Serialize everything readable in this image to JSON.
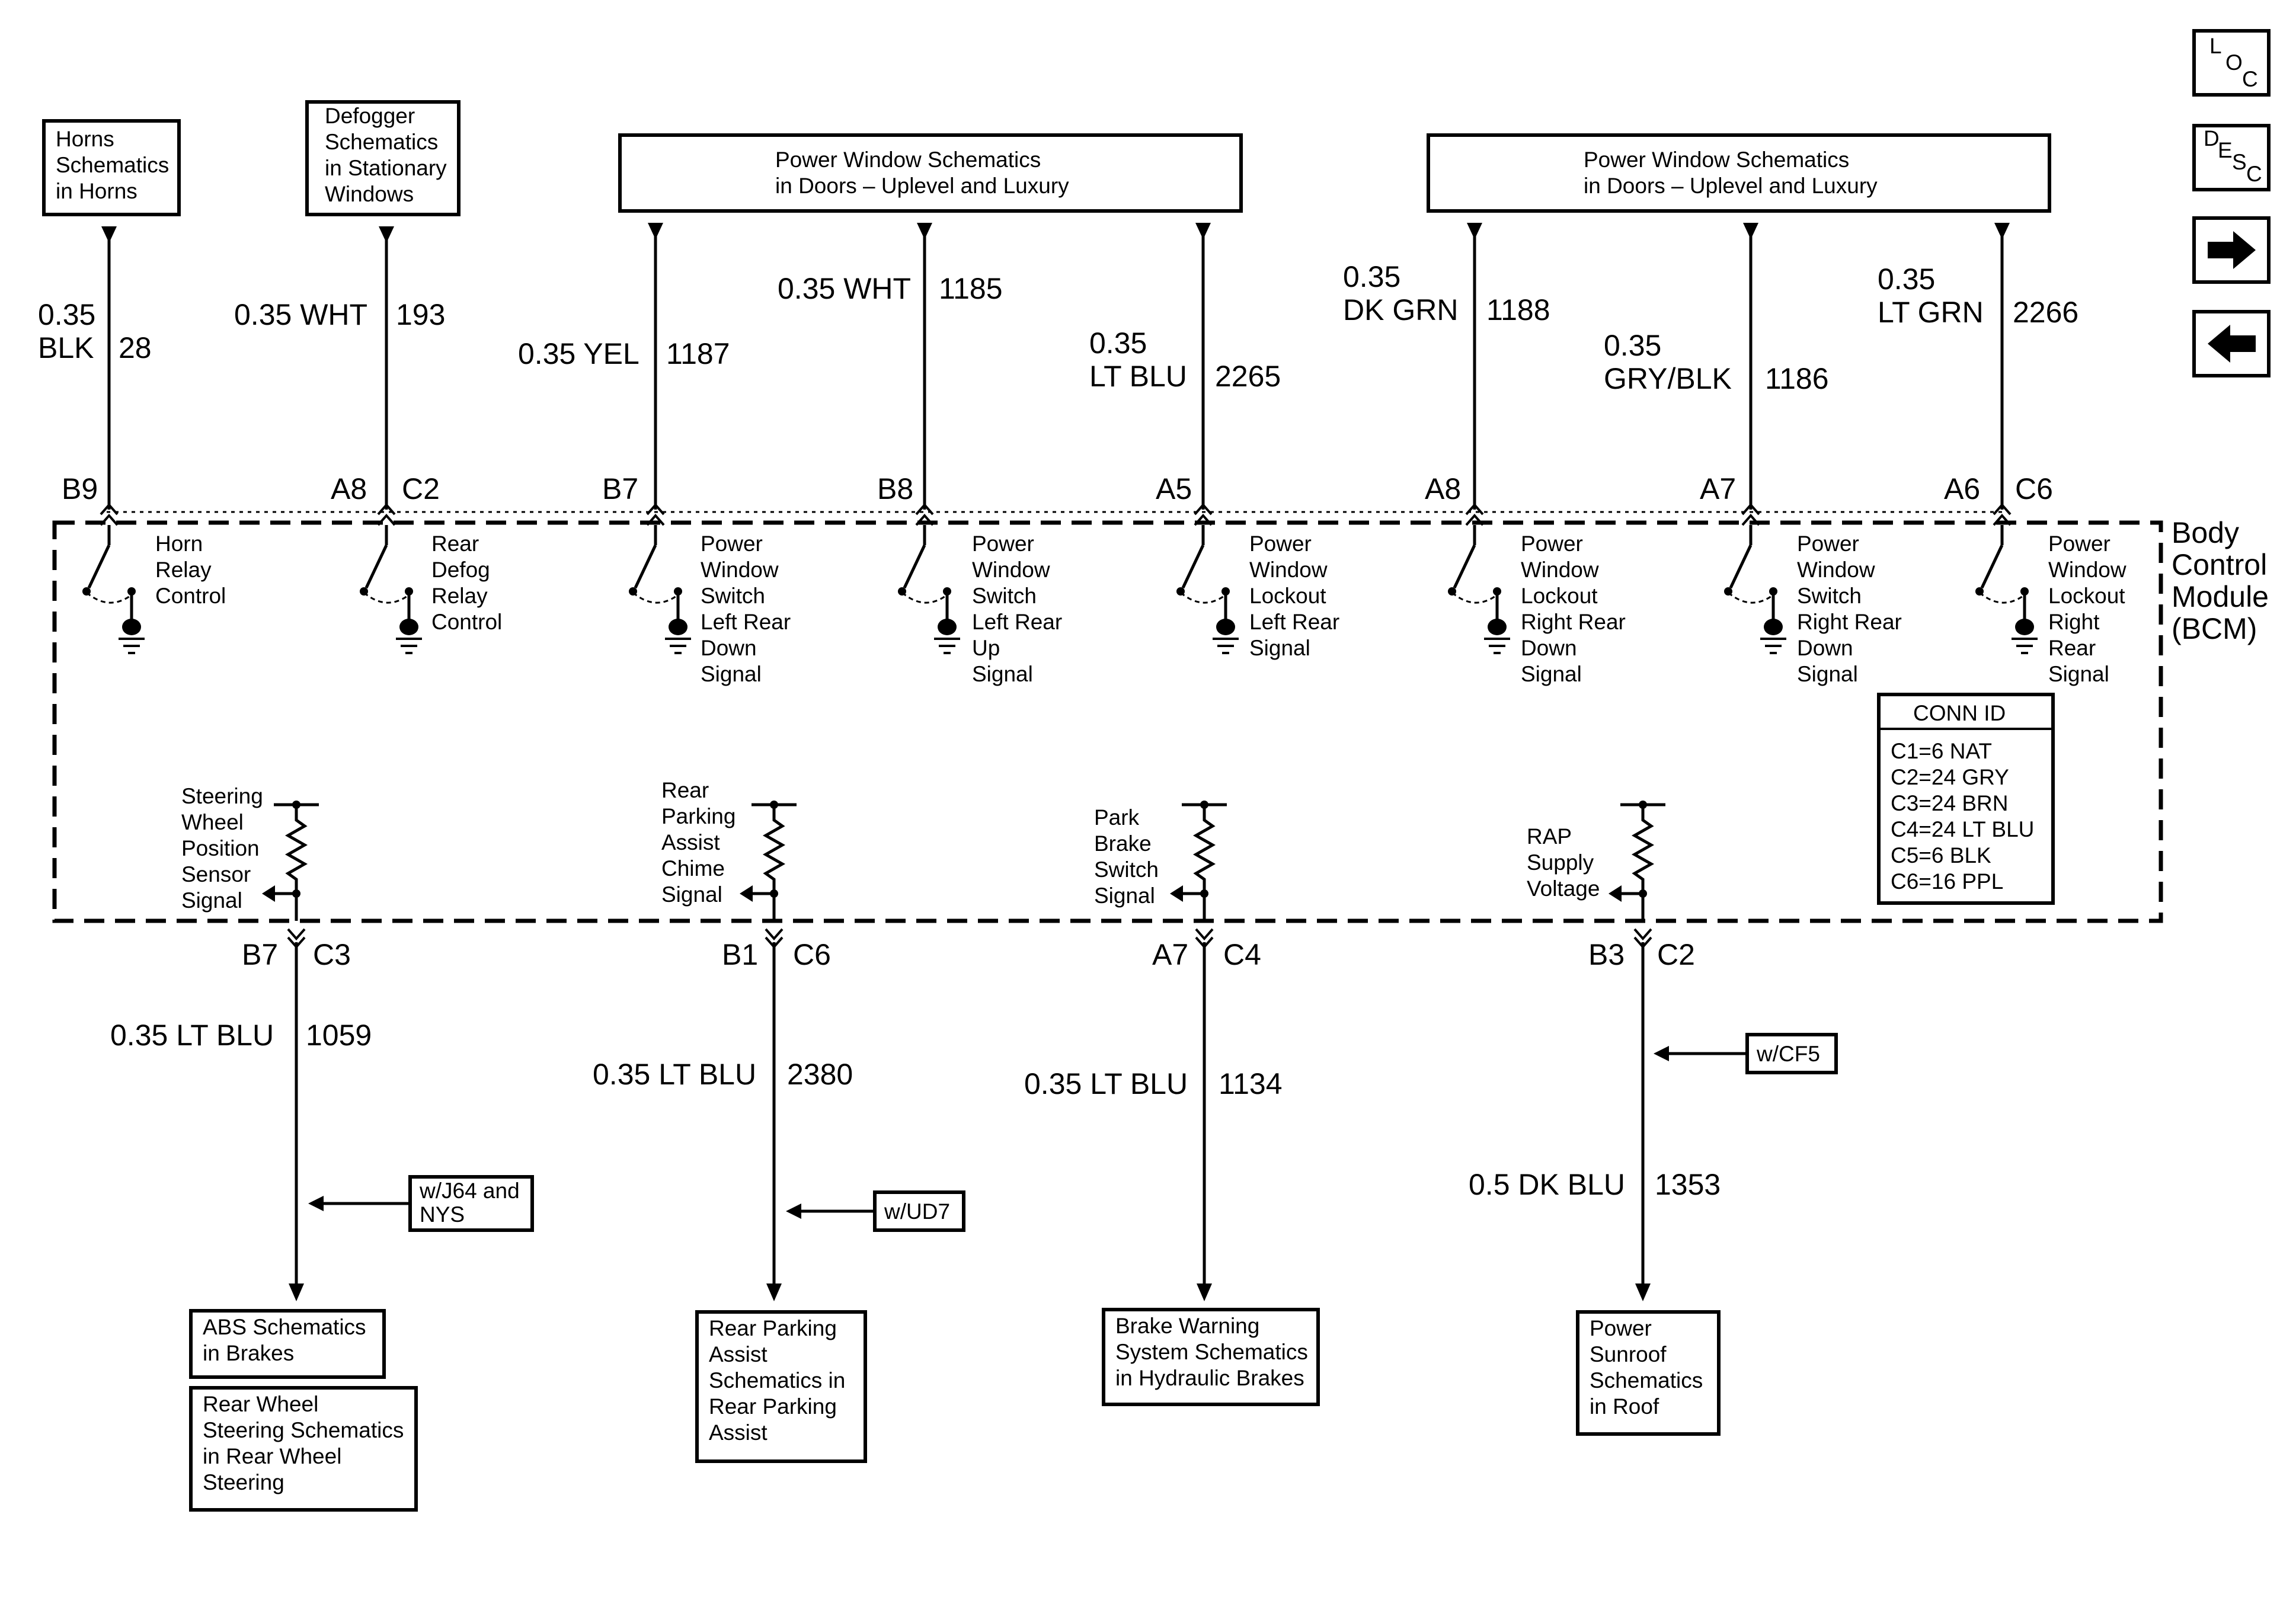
{
  "nav": {
    "loc": [
      "L",
      "O",
      "C"
    ],
    "desc": [
      "D",
      "E",
      "S",
      "C"
    ],
    "next_arrow": "arrow-right-icon",
    "prev_arrow": "arrow-left-icon"
  },
  "module": {
    "label": [
      "Body",
      "Control",
      "Module",
      "(BCM)"
    ],
    "conn_id": {
      "title": "CONN ID",
      "rows": [
        "C1=6 NAT",
        "C2=24 GRY",
        "C3=24 BRN",
        "C4=24 LT BLU",
        "C5=6 BLK",
        "C6=16 PPL"
      ]
    }
  },
  "top_refs": [
    {
      "lines": [
        "Horns",
        "Schematics",
        "in Horns"
      ]
    },
    {
      "lines": [
        "Defogger",
        "Schematics",
        "in Stationary",
        "Windows"
      ]
    },
    {
      "lines": [
        "Power Window Schematics",
        "in Doors – Uplevel and Luxury"
      ]
    },
    {
      "lines": [
        "Power Window Schematics",
        "in Doors – Uplevel and Luxury"
      ]
    }
  ],
  "top_wires": [
    {
      "size_color": [
        "0.35",
        "BLK"
      ],
      "circuit": "28",
      "pin": "B9",
      "conn": "",
      "function": [
        "Horn",
        "Relay",
        "Control"
      ]
    },
    {
      "size_color": [
        "0.35 WHT"
      ],
      "circuit": "193",
      "pin": "A8",
      "conn": "C2",
      "function": [
        "Rear",
        "Defog",
        "Relay",
        "Control"
      ]
    },
    {
      "size_color": [
        "0.35 YEL"
      ],
      "circuit": "1187",
      "pin": "B7",
      "conn": "",
      "function": [
        "Power",
        "Window",
        "Switch",
        "Left Rear",
        "Down",
        "Signal"
      ]
    },
    {
      "size_color": [
        "0.35 WHT"
      ],
      "circuit": "1185",
      "pin": "B8",
      "conn": "",
      "function": [
        "Power",
        "Window",
        "Switch",
        "Left Rear",
        "Up",
        "Signal"
      ]
    },
    {
      "size_color": [
        "0.35",
        "LT BLU"
      ],
      "circuit": "2265",
      "pin": "A5",
      "conn": "",
      "function": [
        "Power",
        "Window",
        "Lockout",
        "Left Rear",
        "Signal"
      ]
    },
    {
      "size_color": [
        "0.35",
        "DK GRN"
      ],
      "circuit": "1188",
      "pin": "A8",
      "conn": "",
      "function": [
        "Power",
        "Window",
        "Lockout",
        "Right Rear",
        "Down",
        "Signal"
      ]
    },
    {
      "size_color": [
        "0.35",
        "GRY/BLK"
      ],
      "circuit": "1186",
      "pin": "A7",
      "conn": "",
      "function": [
        "Power",
        "Window",
        "Switch",
        "Right Rear",
        "Down",
        "Signal"
      ]
    },
    {
      "size_color": [
        "0.35",
        "LT GRN"
      ],
      "circuit": "2266",
      "pin": "A6",
      "conn": "C6",
      "function": [
        "Power",
        "Window",
        "Lockout",
        "Right",
        "Rear",
        "Signal"
      ]
    }
  ],
  "bottom_wires": [
    {
      "function": [
        "Steering",
        "Wheel",
        "Position",
        "Sensor",
        "Signal"
      ],
      "pin": "B7",
      "conn": "C3",
      "size_color": "0.35 LT BLU",
      "circuit": "1059",
      "option": [
        "w/J64 and",
        "NYS"
      ],
      "dest": [
        [
          "ABS Schematics",
          "in Brakes"
        ],
        [
          "Rear Wheel",
          "Steering Schematics",
          "in Rear Wheel",
          "Steering"
        ]
      ]
    },
    {
      "function": [
        "Rear",
        "Parking",
        "Assist",
        "Chime",
        "Signal"
      ],
      "pin": "B1",
      "conn": "C6",
      "size_color": "0.35 LT BLU",
      "circuit": "2380",
      "option": [
        "w/UD7"
      ],
      "dest": [
        [
          "Rear Parking",
          "Assist",
          "Schematics in",
          "Rear Parking",
          "Assist"
        ]
      ]
    },
    {
      "function": [
        "Park",
        "Brake",
        "Switch",
        "Signal"
      ],
      "pin": "A7",
      "conn": "C4",
      "size_color": "0.35 LT BLU",
      "circuit": "1134",
      "option": [],
      "dest": [
        [
          "Brake Warning",
          "System Schematics",
          "in Hydraulic Brakes"
        ]
      ]
    },
    {
      "function": [
        "RAP",
        "Supply",
        "Voltage"
      ],
      "pin": "B3",
      "conn": "C2",
      "size_color": "0.5 DK BLU",
      "circuit": "1353",
      "option": [
        "w/CF5"
      ],
      "dest": [
        [
          "Power",
          "Sunroof",
          "Schematics",
          "in Roof"
        ]
      ]
    }
  ]
}
